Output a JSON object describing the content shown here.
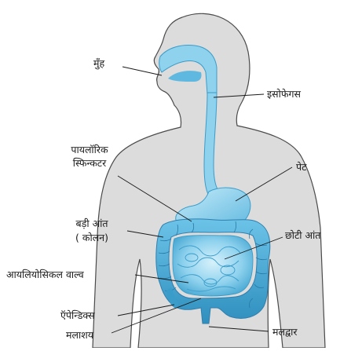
{
  "diagram": {
    "labels": {
      "mouth": "मुँह",
      "esophagus": "इसोफेगस",
      "pyloric_line1": "पायलॉरिक",
      "pyloric_line2": "स्फिन्कटर",
      "stomach": "पेट",
      "large_intestine_line1": "बड़ी आंत",
      "large_intestine_line2": "( कोलन)",
      "small_intestine": "छोटी आंत",
      "ileocecal_valve": "आयलियोसिकल वाल्व",
      "appendix": "ऍपेन्डिक्स",
      "rectum": "मलाशय",
      "anus": "मलद्वार"
    },
    "colors": {
      "body_fill": "#dcdcdc",
      "body_outline": "#4a4a4a",
      "organ_light": "#b6e3f6",
      "organ_mid": "#7ccbea",
      "organ_dark": "#3a9cc9",
      "line": "#1a1a1a"
    }
  }
}
